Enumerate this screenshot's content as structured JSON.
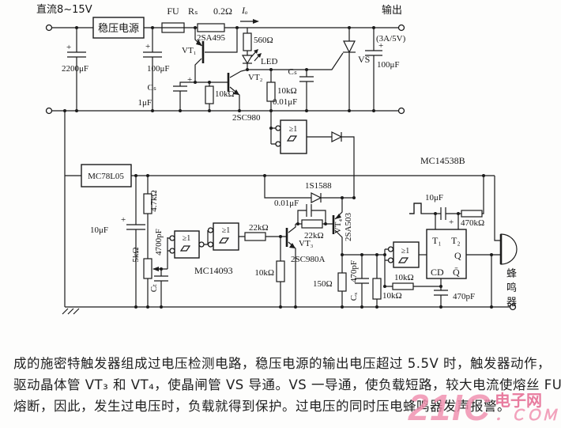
{
  "schematic": {
    "labels": {
      "dc_input": "直流8~15V",
      "regulator": "稳压电源",
      "c2200": "2200μF",
      "c100_in": "100μF",
      "fuse": "FU",
      "rs": "Rₛ",
      "rs_val": "0.2Ω",
      "io": "Iₒ",
      "output": "输出",
      "output_rating": "(3A/5V)",
      "vt1": "VT₁",
      "vt1_part": "2SA495",
      "r560": "560Ω",
      "led": "LED",
      "vt2": "VT₂",
      "vt2_part": "2SC980",
      "r10k_1": "10kΩ",
      "r10k_2": "10kΩ",
      "r10k_3": "10kΩ",
      "r10k_4": "10kΩ",
      "r10k_5": "10kΩ",
      "cs1": "Cₛ",
      "cs1_val": "1μF",
      "cs2": "Cₛ",
      "cs2_val": "0.01μF",
      "vs": "VS",
      "c100_out": "100μF",
      "plus": "+",
      "mc78l05": "MC78L05",
      "r4k7": "4.7kΩ",
      "c10u_left": "10μF",
      "pot": "5kΩ",
      "ct": "Cₜ",
      "ct_val": "4700pF",
      "gate": "≥1",
      "mc14093": "MC14093",
      "r22k_1": "22kΩ",
      "r22k_2": "22kΩ",
      "vt3": "VT₃",
      "vt3_part": "2SC980A",
      "c001": "0.01μF",
      "vt4": "VT₄",
      "vt4_part": "2SA503",
      "d1": "1S1588",
      "r150": "150Ω",
      "cx": "Cₓ",
      "cx_val": "470pF",
      "mc14538": "MC14538B",
      "c10u_right": "10μF",
      "r470k": "470kΩ",
      "t1": "T₁",
      "t2": "T₂",
      "q": "Q",
      "qbar": "Q̄",
      "cd": "CD",
      "c470p": "470pF",
      "buzzer": "蜂鸣器"
    }
  },
  "caption": {
    "line1": "成的施密特触发器组成过电压检测电路，稳压电源的输出电压超过 5.5V 时，触发器动作，",
    "line2": "驱动晶体管 VT₃ 和 VT₄，使晶闸管 VS 导通。VS 一导通，使负载短路，较大电流使熔丝 FU",
    "line3": "熔断，因此，发生过电压时，负载就得到保护。过电压的同时压电蜂鸣器发声报警。"
  },
  "watermark": {
    "brand": "21IC",
    "cn": "电子网",
    "com": "．ＣＯＭ"
  }
}
